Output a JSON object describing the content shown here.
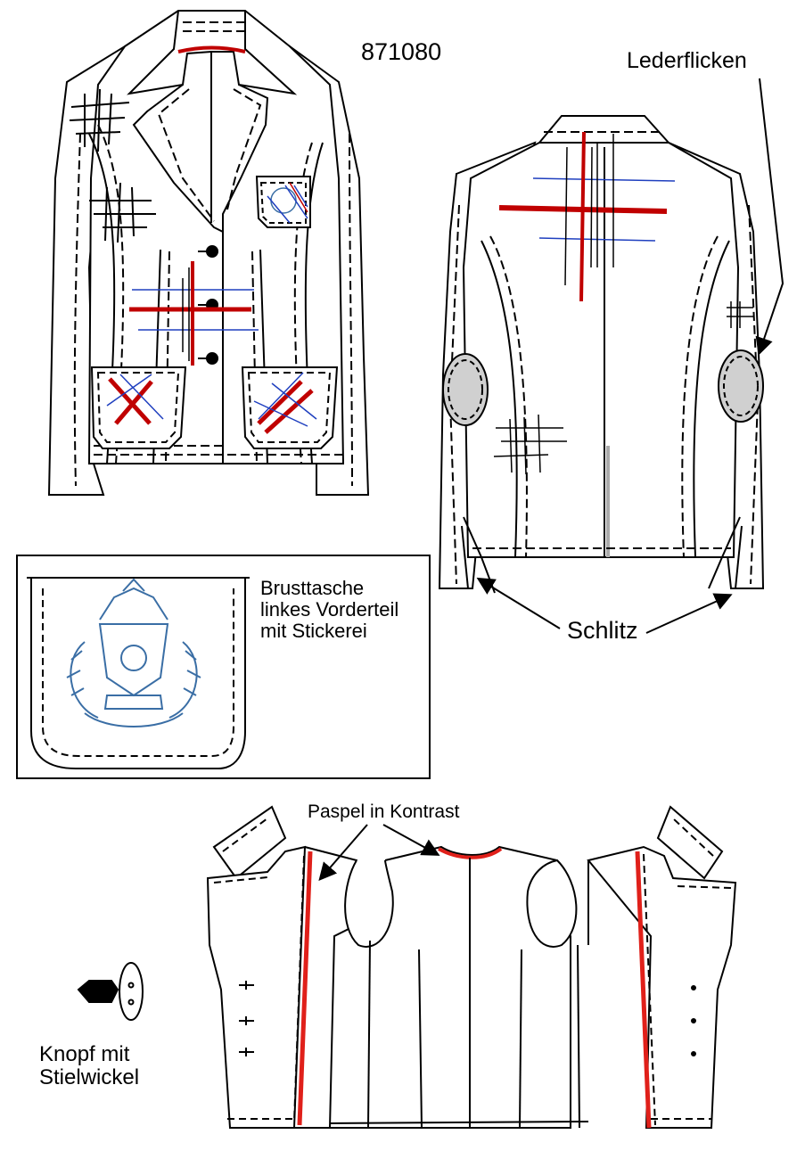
{
  "style_number": "871080",
  "labels": {
    "leather_patch": "Lederflicken",
    "vent": "Schlitz",
    "chest_pocket": [
      "Brusttasche",
      "linkes Vorderteil",
      "mit Stickerei"
    ],
    "contrast_piping": "Paspel in Kontrast",
    "button": [
      "Knopf mit",
      "Stielwickel"
    ]
  },
  "colors": {
    "outline": "#000000",
    "accent_red": "#c00000",
    "accent_blue": "#1f3fbf",
    "embroidery_blue": "#3a6ea5",
    "leather_grey": "#d0d0d0",
    "piping_red": "#e0201a"
  }
}
